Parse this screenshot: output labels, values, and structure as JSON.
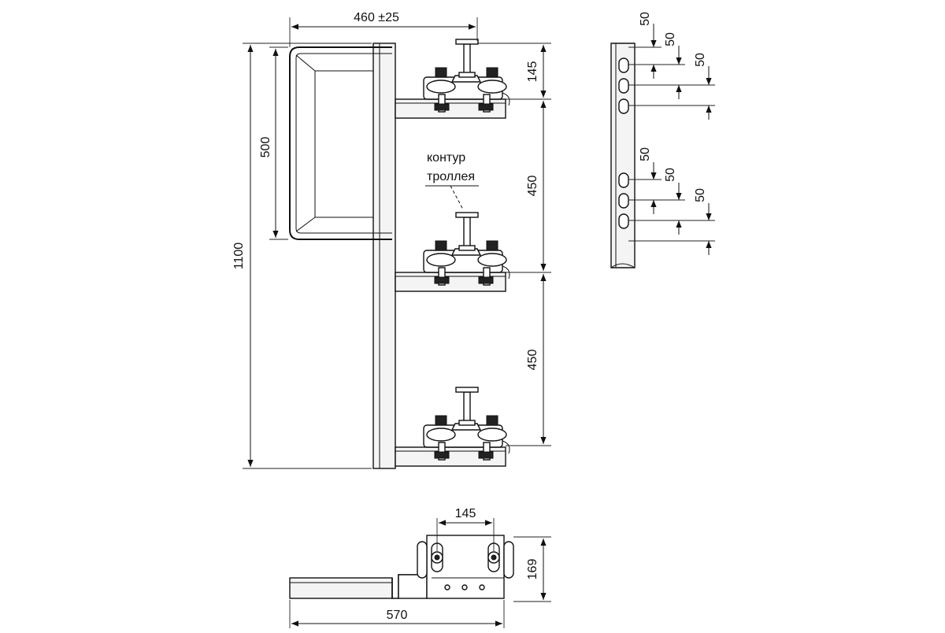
{
  "dimensions": {
    "bracket_width": "460 ±25",
    "total_height": "1100",
    "frame_height": "500",
    "top_offset": "145",
    "spacing_1": "450",
    "spacing_2": "450",
    "bottom_spacing": "145",
    "bottom_height": "169",
    "bottom_length": "570",
    "slot_pitch": "50"
  },
  "labels": {
    "trolley_line1": "контур",
    "trolley_line2": "троллея"
  }
}
